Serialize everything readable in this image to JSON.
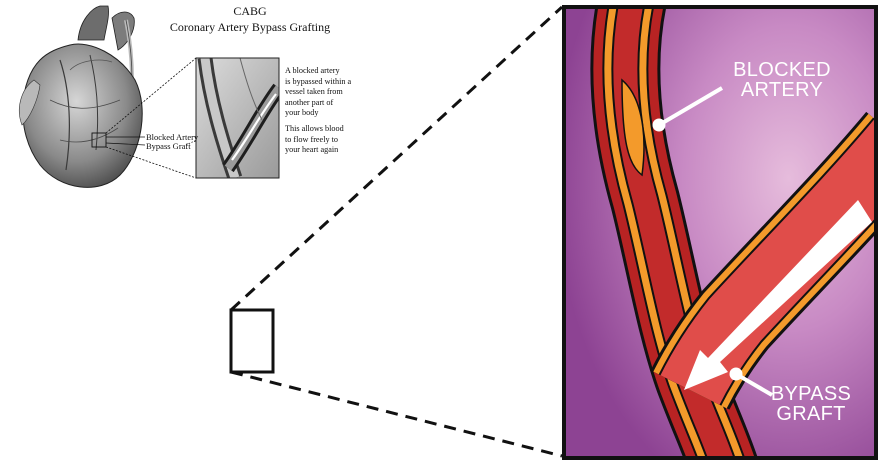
{
  "header": {
    "title": "CABG",
    "subtitle": "Coronary Artery Bypass Grafting"
  },
  "description": {
    "line1": "A blocked artery\nis bypassed within a\nvessel taken from\nanother part of\nyour body",
    "line2": "This allows blood\nto flow freely to\nyour heart again"
  },
  "thumbnail_labels": {
    "blocked": "Blocked Artery",
    "bypass": "Bypass Graft"
  },
  "zoom_labels": {
    "blocked_line1": "BLOCKED",
    "blocked_line2": "ARTERY",
    "bypass_line1": "BYPASS",
    "bypass_line2": "GRAFT"
  },
  "colors": {
    "artery_red": "#d93b3b",
    "plaque_orange": "#f39a2b",
    "tissue_purple": "#a25aa8",
    "outline": "#111111"
  }
}
